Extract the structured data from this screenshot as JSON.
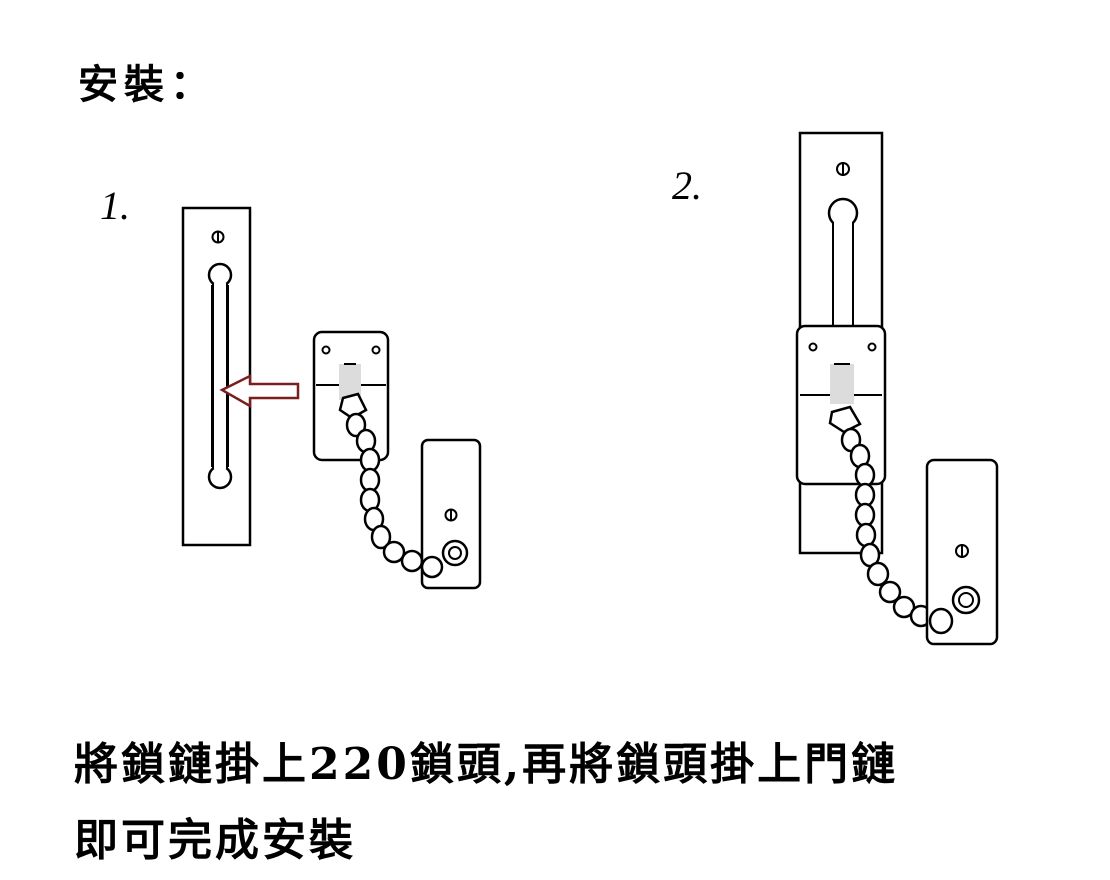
{
  "title": "安裝：",
  "steps": [
    {
      "label": "1."
    },
    {
      "label": "2."
    }
  ],
  "caption": {
    "line1": "將鎖鏈掛上220鎖頭,再將鎖頭掛上門鏈",
    "line2": "即可完成安裝"
  },
  "colors": {
    "arrow": "#7a1f1f",
    "line": "#000000",
    "background": "#ffffff"
  }
}
